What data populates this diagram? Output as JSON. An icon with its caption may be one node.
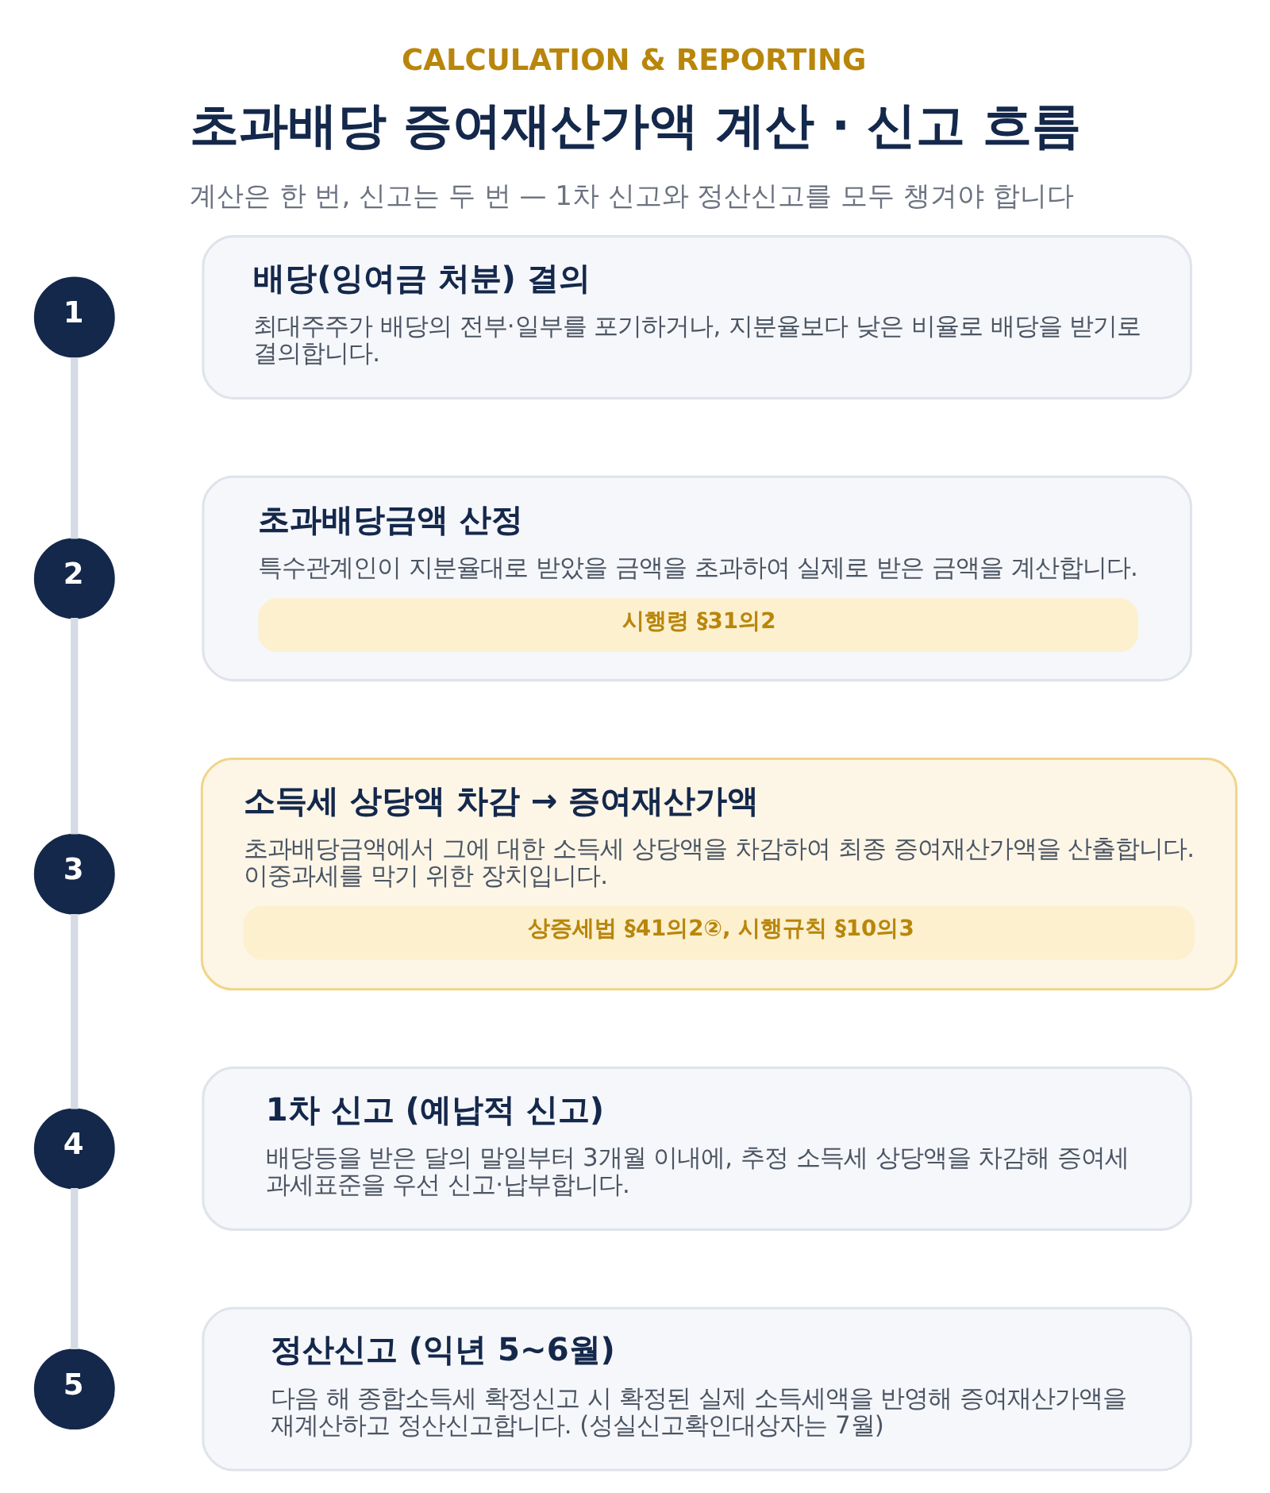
{
  "diagram": {
    "title": "초과배당 증여재산가액 계산 · 신고 흐름",
    "nodes": [
      {
        "text": [
          "1"
        ]
      },
      {
        "text": [
          "배당(잉여금 처분) 결의",
          "최대주주가 배당의 전부·일부를 포기하거나, 지분율보다 낮은 비율로 배당을 받기로 결의합니다."
        ]
      },
      {
        "text": [
          "2"
        ]
      },
      {
        "text": [
          "초과배당금액 산정",
          "특수관계인이 지분율대로 받았을 금액을 초과하여 실제로 받은 금액을 계산합니다.",
          "시행령 §31의2"
        ]
      },
      {
        "text": [
          "3"
        ]
      },
      {
        "text": [
          "소득세 상당액 차감 → 증여재산가액",
          "초과배당금액에서 그에 대한 소득세 상당액을 차감하여 최종 증여재산가액을 산출합니다. 이중과세를 막기 위한 장치입니다.",
          "상증세법 §41의2②, 시행규칙 §10의3"
        ]
      },
      {
        "text": [
          "4"
        ]
      },
      {
        "text": [
          "1차 신고 (예납적 신고)",
          "배당등을 받은 달의 말일부터 3개월 이내에, 추정 소득세 상당액을 차감해 증여세 과세표준을 우선 신고·납부합니다."
        ]
      },
      {
        "text": [
          "5"
        ]
      },
      {
        "text": [
          "정산신고 (익년 5~6월)",
          "다음 해 종합소득세 확정신고 시 확정된 실제 소득세액을 반영해 증여재산가액을 재계산하고 정산신고합니다. (성실신고확인대상자는 7월)"
        ]
      }
    ],
    "edges": [
      {
        "from": 0,
        "to": 2,
        "arrow": "none"
      },
      {
        "from": 2,
        "to": 4,
        "arrow": "none"
      },
      {
        "from": 4,
        "to": 6,
        "arrow": "none"
      },
      {
        "from": 6,
        "to": 8,
        "arrow": "none"
      }
    ],
    "labels": [
      "CALCULATION & REPORTING",
      "계산은 한 번, 신고는 두 번 — 1차 신고와 정산신고를 모두 챙겨야 합니다"
    ]
  }
}
